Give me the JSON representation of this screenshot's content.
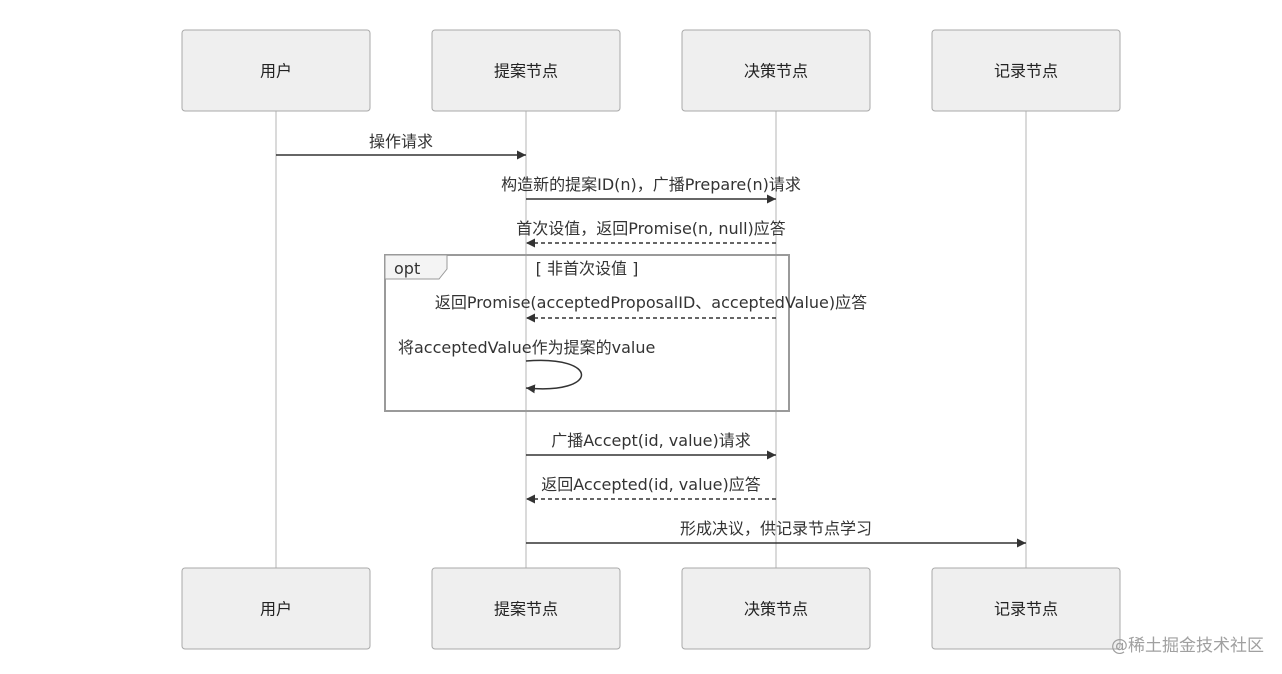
{
  "actors": {
    "user": "用户",
    "proposer": "提案节点",
    "decider": "决策节点",
    "recorder": "记录节点"
  },
  "messages": {
    "m1": "操作请求",
    "m2": "构造新的提案ID(n)，广播Prepare(n)请求",
    "m3": "首次设值，返回Promise(n, null)应答",
    "m4": "返回Promise(acceptedProposalID、acceptedValue)应答",
    "m5": "将acceptedValue作为提案的value",
    "m6": "广播Accept(id, value)请求",
    "m7": "返回Accepted(id, value)应答",
    "m8": "形成决议，供记录节点学习"
  },
  "fragment": {
    "type": "opt",
    "condition": "[ 非首次设值 ]"
  },
  "watermark": "@稀土掘金技术社区"
}
